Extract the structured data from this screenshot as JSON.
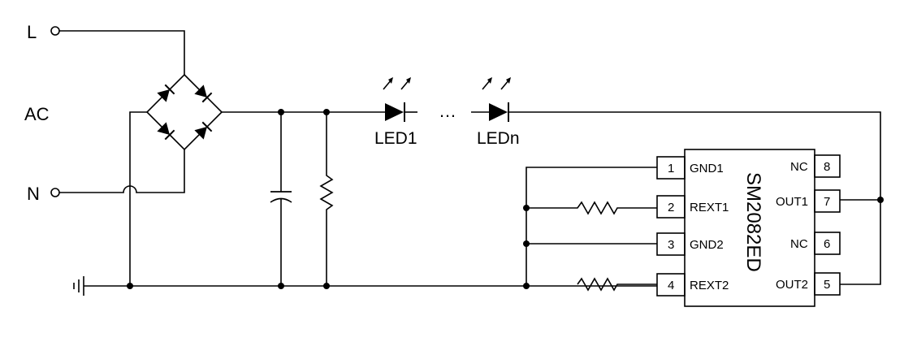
{
  "labels": {
    "line": "L",
    "ac": "AC",
    "neutral": "N",
    "led_first": "LED1",
    "led_last": "LEDn",
    "led_ellipsis": "…"
  },
  "chip": {
    "name": "SM2082ED",
    "pins_left": [
      {
        "num": "1",
        "name": "GND1"
      },
      {
        "num": "2",
        "name": "REXT1"
      },
      {
        "num": "3",
        "name": "GND2"
      },
      {
        "num": "4",
        "name": "REXT2"
      }
    ],
    "pins_right": [
      {
        "num": "8",
        "name": "NC"
      },
      {
        "num": "7",
        "name": "OUT1"
      },
      {
        "num": "6",
        "name": "NC"
      },
      {
        "num": "5",
        "name": "OUT2"
      }
    ]
  }
}
